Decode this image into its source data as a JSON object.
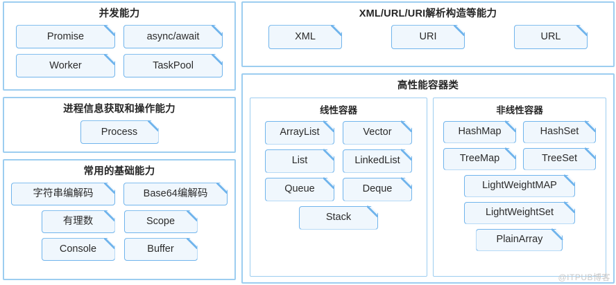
{
  "left_column": {
    "panels": [
      {
        "title": "并发能力",
        "rows": [
          [
            "Promise",
            "async/await"
          ],
          [
            "Worker",
            "TaskPool"
          ]
        ]
      },
      {
        "title": "进程信息获取和操作能力",
        "rows": [
          [
            "Process"
          ]
        ]
      },
      {
        "title": "常用的基础能力",
        "rows": [
          [
            "字符串编解码",
            "Base64编解码"
          ],
          [
            "有理数",
            "Scope"
          ],
          [
            "Console",
            "Buffer"
          ]
        ]
      }
    ]
  },
  "right_column": {
    "parse_panel": {
      "title": "XML/URL/URI解析构造等能力",
      "items": [
        "XML",
        "URI",
        "URL"
      ]
    },
    "containers_panel": {
      "title": "高性能容器类",
      "sub_panels": [
        {
          "title": "线性容器",
          "rows": [
            [
              "ArrayList",
              "Vector"
            ],
            [
              "List",
              "LinkedList"
            ],
            [
              "Queue",
              "Deque"
            ],
            [
              "Stack"
            ]
          ]
        },
        {
          "title": "非线性容器",
          "rows": [
            [
              "HashMap",
              "HashSet"
            ],
            [
              "TreeMap",
              "TreeSet"
            ],
            [
              "LightWeightMAP"
            ],
            [
              "LightWeightSet"
            ],
            [
              "PlainArray"
            ]
          ]
        }
      ]
    }
  },
  "watermark": "@ITPUB博客",
  "colors": {
    "chip_fill": "#f0f7fd",
    "chip_border": "#70b4ec",
    "panel_border": "#9ccdf0",
    "text": "#2b2b2b",
    "title_text": "#262626",
    "watermark_text": "#c9c9c9",
    "background": "#ffffff"
  }
}
